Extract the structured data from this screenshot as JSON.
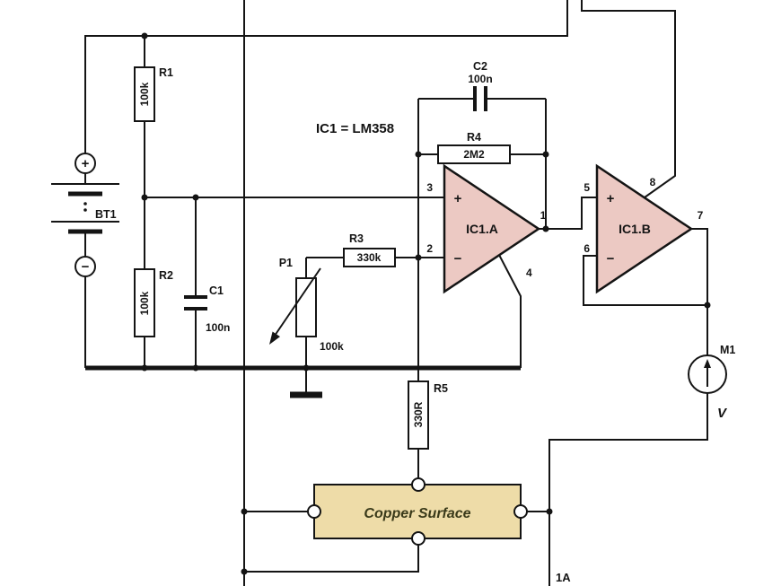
{
  "schematic": {
    "ic_note": "IC1 = LM358",
    "battery": {
      "ref": "BT1",
      "plus": "+",
      "minus": "−"
    },
    "r1": {
      "ref": "R1",
      "value": "100k"
    },
    "r2": {
      "ref": "R2",
      "value": "100k"
    },
    "r3": {
      "ref": "R3",
      "value": "330k"
    },
    "r4": {
      "ref": "R4",
      "value": "2M2"
    },
    "r5": {
      "ref": "R5",
      "value": "330R"
    },
    "c1": {
      "ref": "C1",
      "value": "100n"
    },
    "c2": {
      "ref": "C2",
      "value": "100n"
    },
    "p1": {
      "ref": "P1",
      "value": "100k"
    },
    "ic1a": {
      "ref": "IC1.A",
      "plus": "+",
      "minus": "−",
      "pin_noninv": "3",
      "pin_inv": "2",
      "pin_out": "1",
      "pin_gnd": "4"
    },
    "ic1b": {
      "ref": "IC1.B",
      "plus": "+",
      "minus": "−",
      "pin_noninv": "5",
      "pin_inv": "6",
      "pin_out": "7",
      "pin_vcc": "8"
    },
    "meter": {
      "ref": "M1",
      "unit": "V"
    },
    "copper_surface": {
      "label": "Copper Surface"
    },
    "terminal_1a": {
      "label": "1A"
    },
    "colors": {
      "opamp_fill": "#ecc9c3",
      "copper_fill": "#eedca8",
      "copper_text": "#3a3a1a",
      "wire": "#141414"
    }
  }
}
